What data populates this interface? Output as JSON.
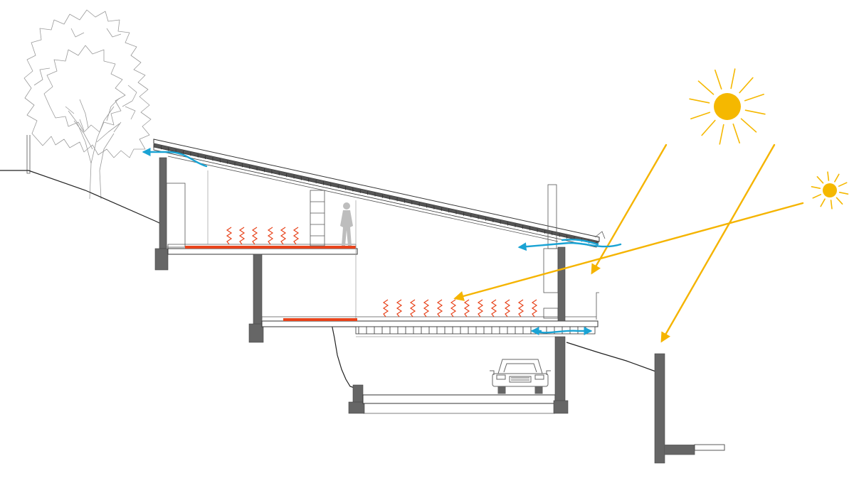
{
  "drawing": {
    "type": "architectural-section",
    "elements": [
      "tree",
      "sloped-roof",
      "upper-level",
      "lower-level",
      "garage",
      "car",
      "person",
      "retaining-wall",
      "sun-large",
      "sun-small"
    ]
  },
  "colors": {
    "sun": "#f5b800",
    "sunlight": "#f5b400",
    "heated_floor": "#e8441c",
    "heat_waves": "#e8441c",
    "air_flow": "#1aa3d4",
    "structure": "#666666",
    "line": "#222222"
  },
  "icons": {
    "sun": "sun-icon",
    "car": "car-icon",
    "person": "person-icon",
    "tree": "tree-icon"
  },
  "annotations": {
    "heat_waves_upper": 6,
    "heat_waves_lower": 12,
    "sun_rays": 2,
    "air_flow_arrows": 3
  }
}
